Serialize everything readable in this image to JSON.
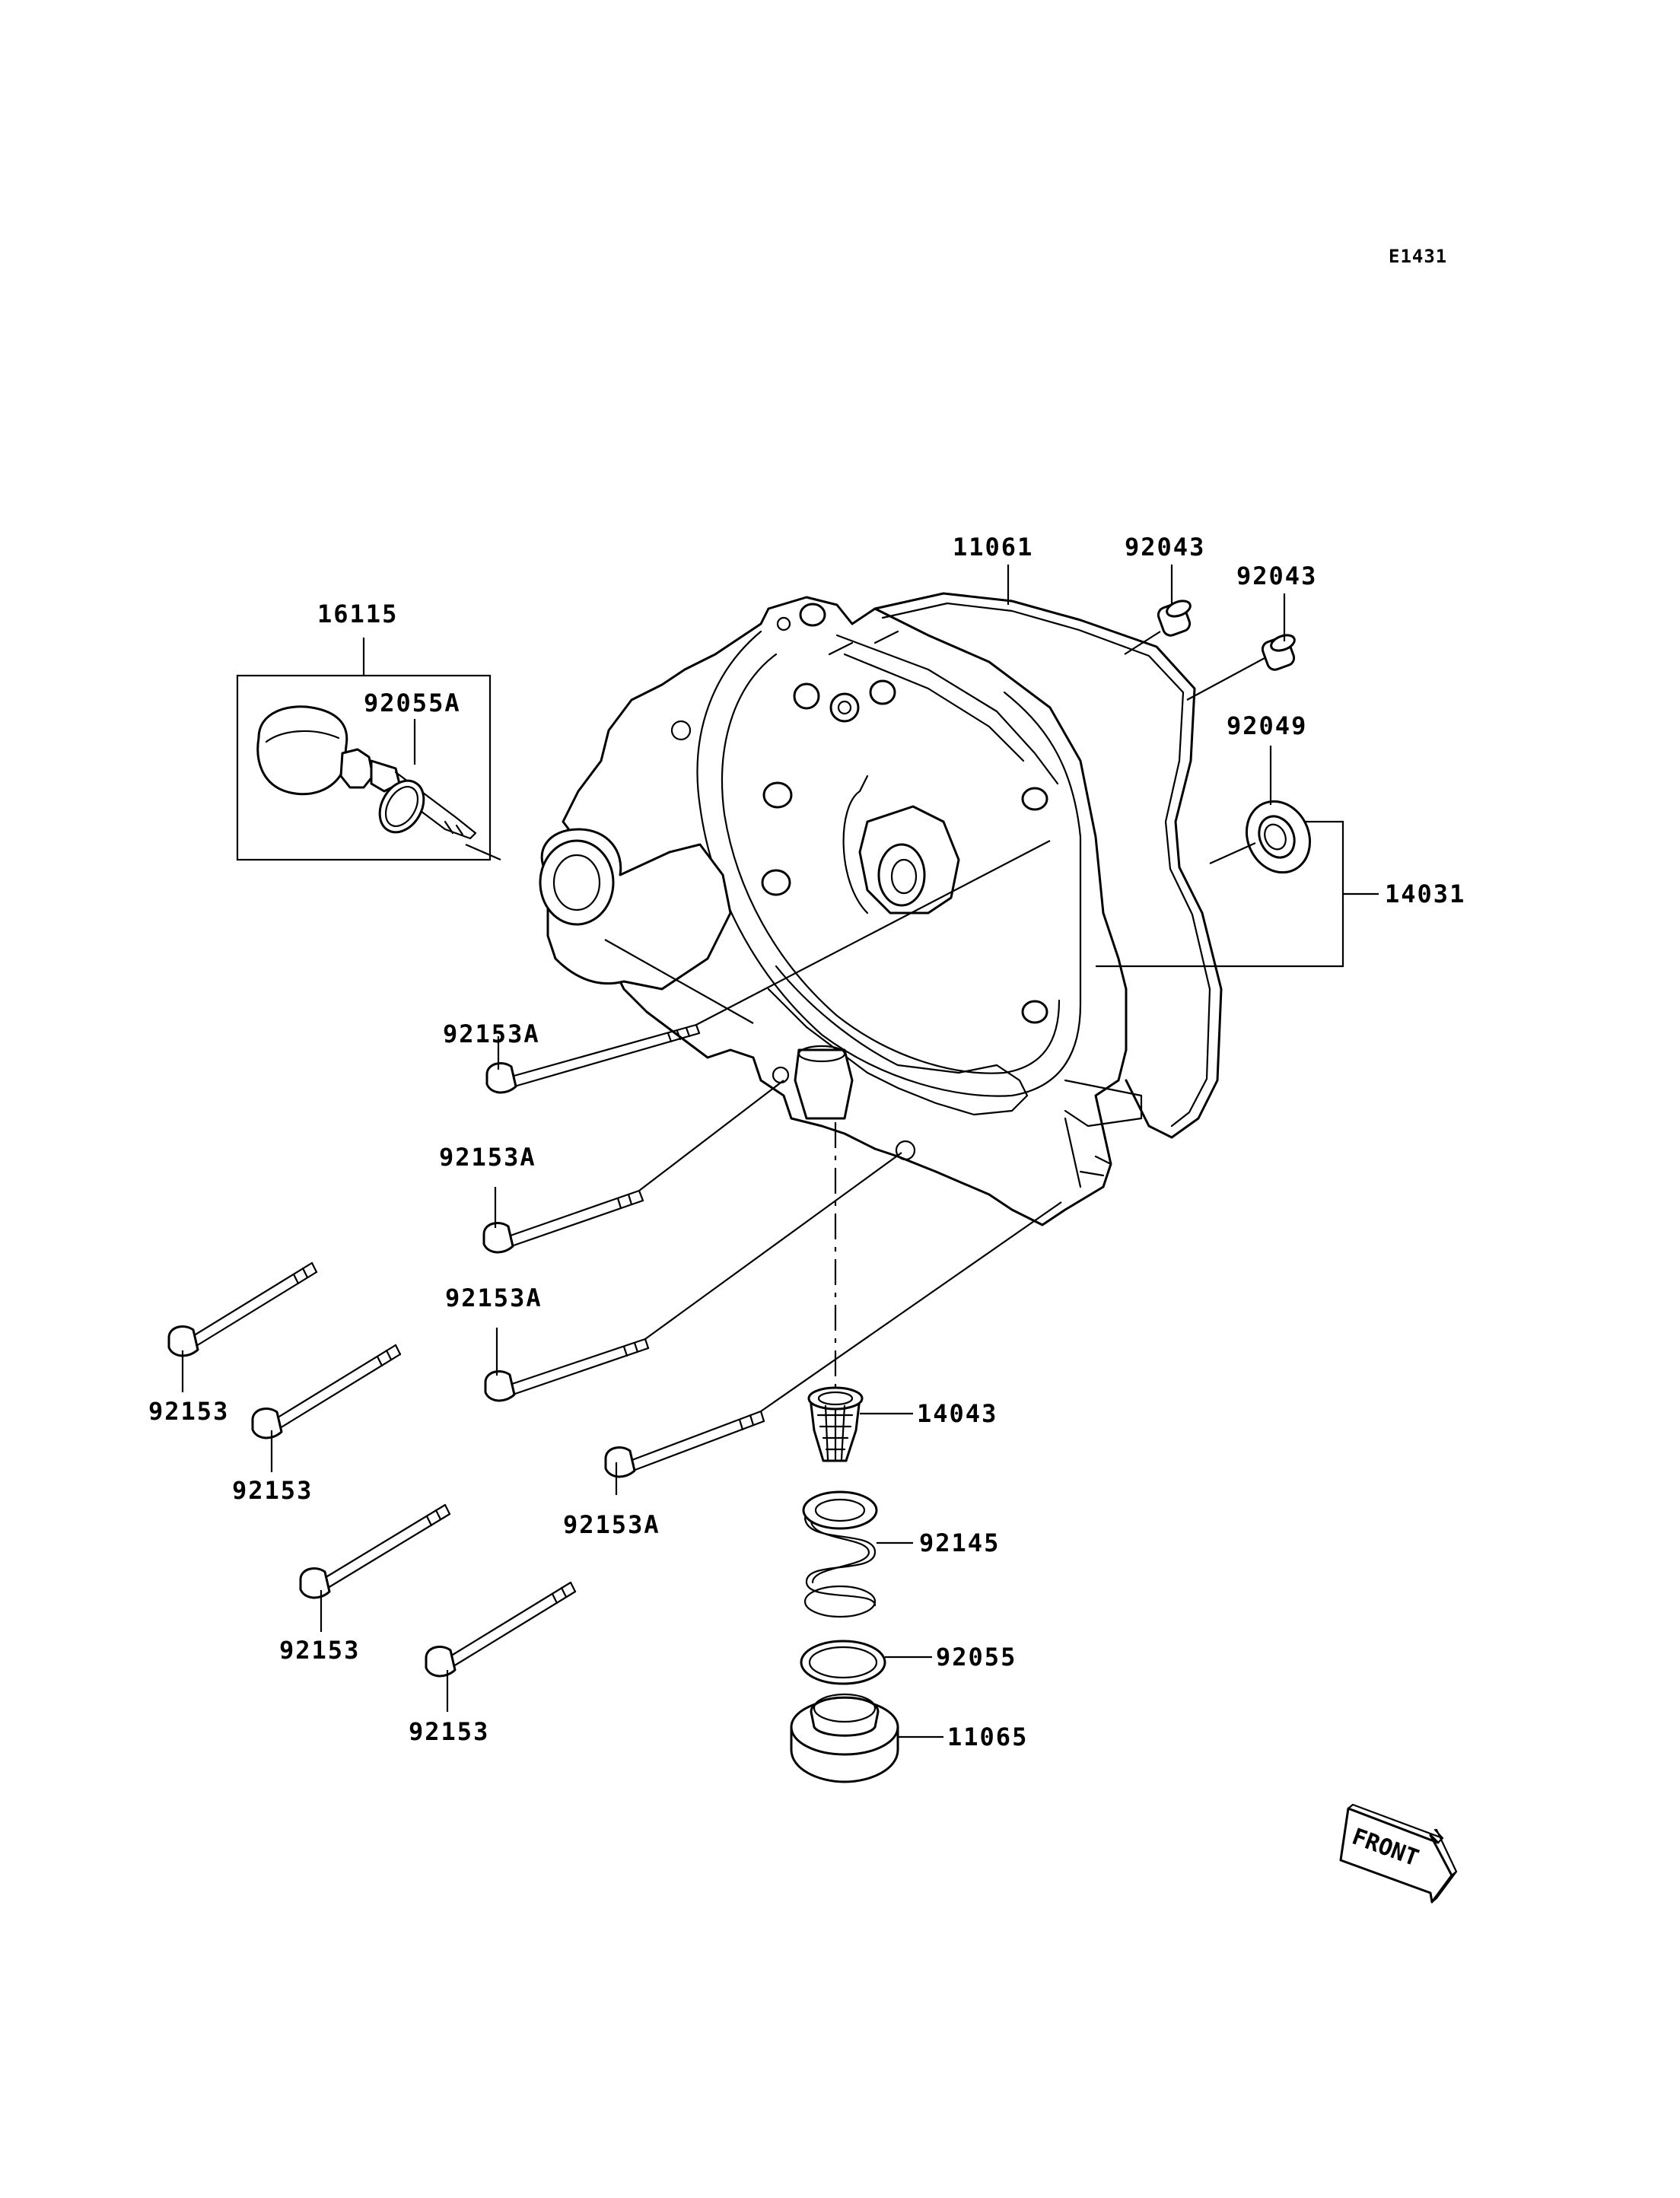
{
  "diagram_code": "E1431",
  "front_marker": "FRONT",
  "callouts": {
    "c16115": "16115",
    "c92055A": "92055A",
    "c11061": "11061",
    "c92043_1": "92043",
    "c92043_2": "92043",
    "c92049": "92049",
    "c14031": "14031",
    "c92153A_1": "92153A",
    "c92153A_2": "92153A",
    "c92153A_3": "92153A",
    "c92153A_4": "92153A",
    "c92153_1": "92153",
    "c92153_2": "92153",
    "c92153_3": "92153",
    "c92153_4": "92153",
    "c14043": "14043",
    "c92145": "92145",
    "c92055": "92055",
    "c11065": "11065"
  }
}
